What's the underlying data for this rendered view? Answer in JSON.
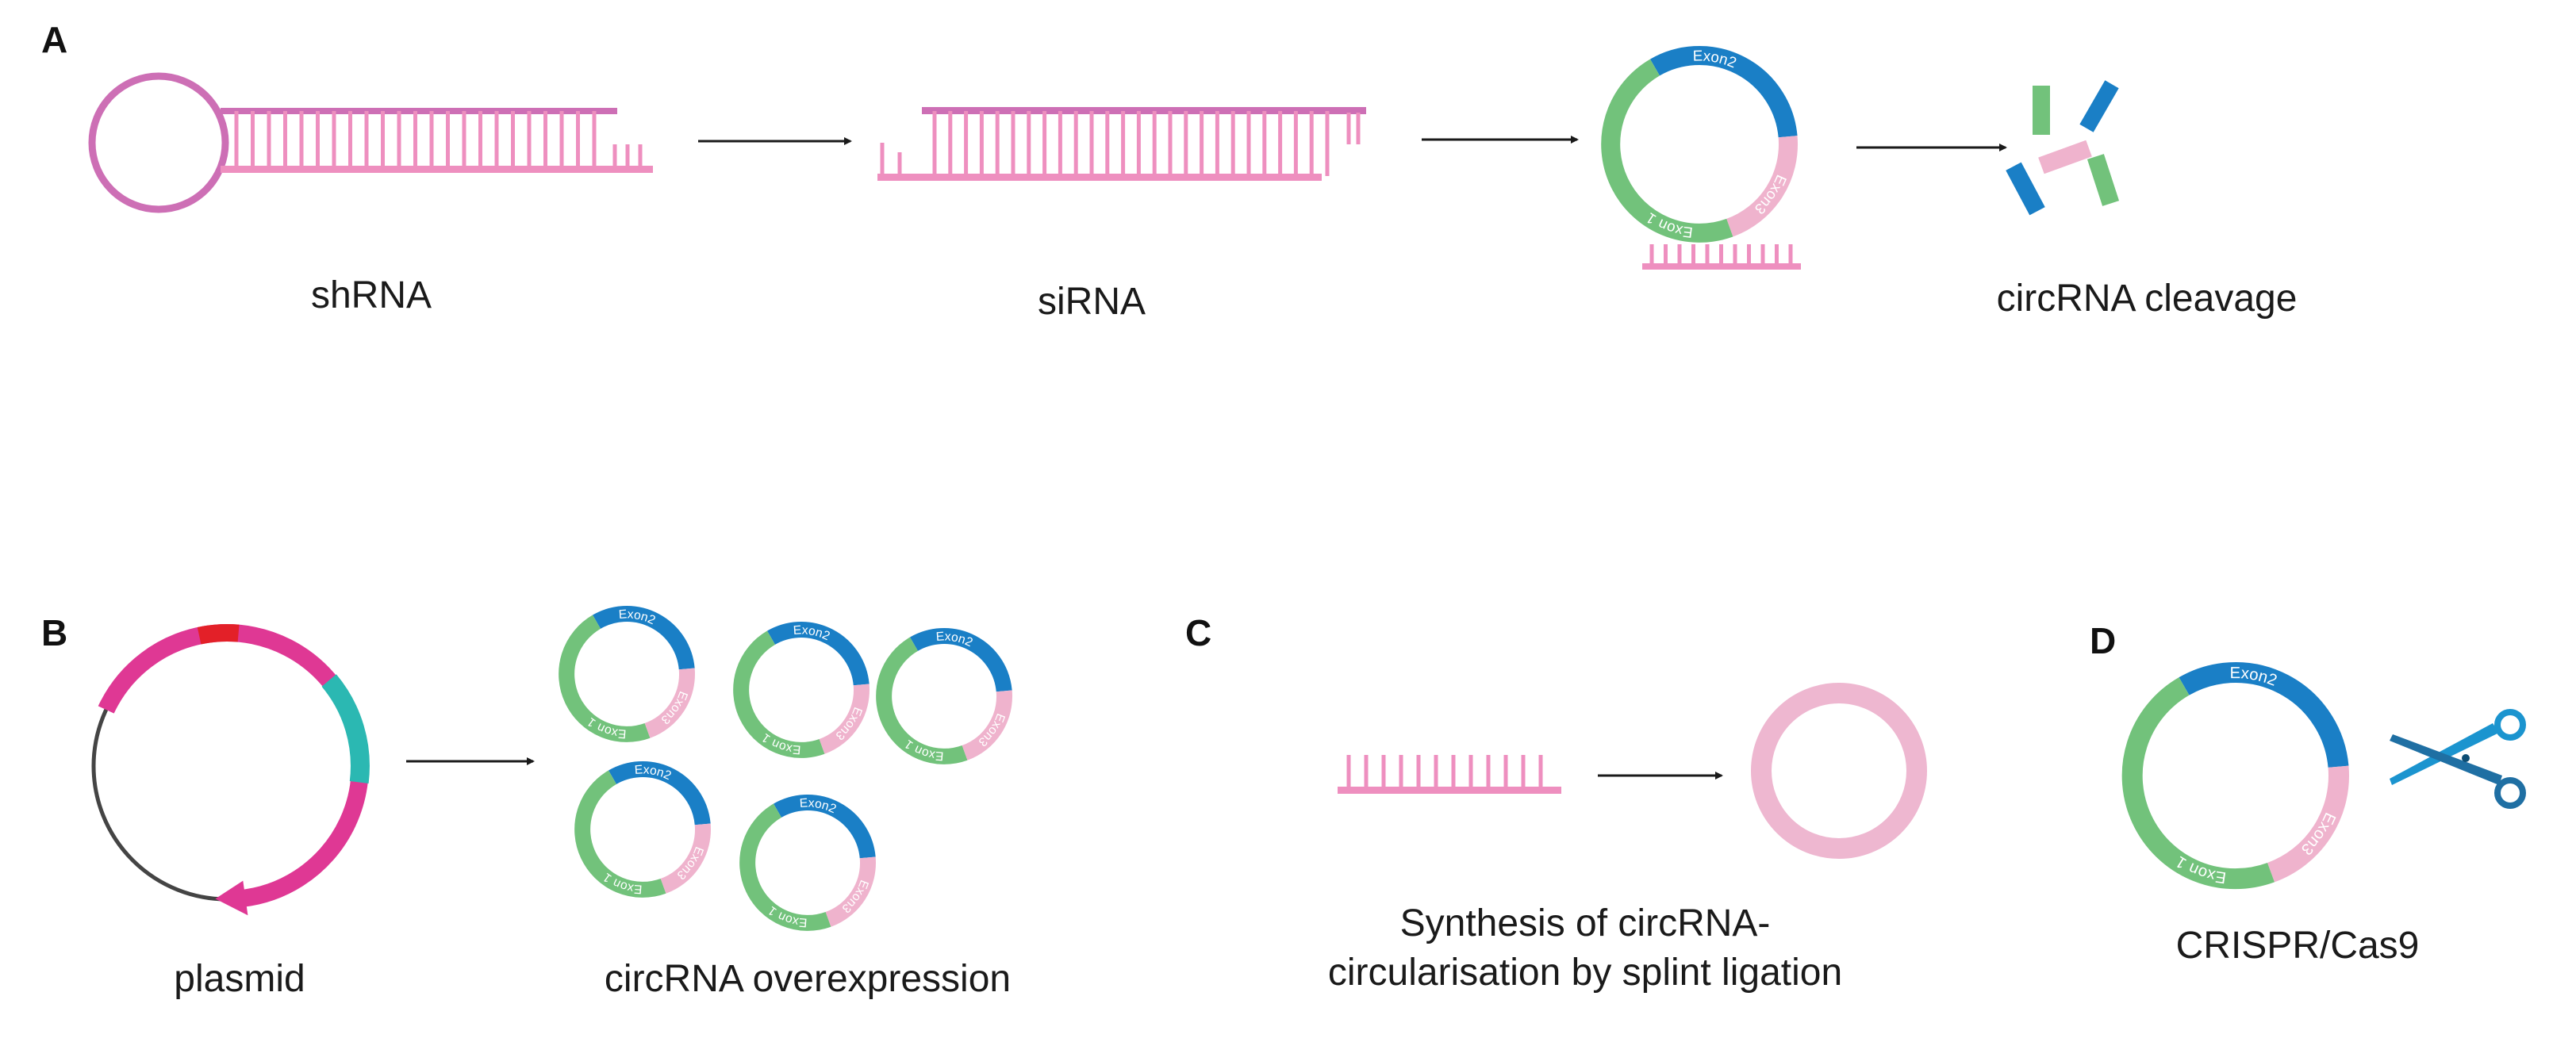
{
  "panels": {
    "A": {
      "letter": "A",
      "captions": {
        "shrna": "shRNA",
        "sirna": "siRNA",
        "cleavage": "circRNA cleavage"
      }
    },
    "B": {
      "letter": "B",
      "captions": {
        "plasmid": "plasmid",
        "overexpression": "circRNA overexpression"
      }
    },
    "C": {
      "letter": "C",
      "caption_line1": "Synthesis of circRNA-",
      "caption_line2": "circularisation by splint ligation"
    },
    "D": {
      "letter": "D",
      "caption": "CRISPR/Cas9"
    }
  },
  "exon_labels": {
    "exon1": "Exon 1",
    "exon2": "Exon2",
    "exon3": "Exon3"
  },
  "colors": {
    "rna_pink": "#ee8fbf",
    "loop_purple": "#cd6fb5",
    "exon1_green": "#72c27b",
    "exon2_blue": "#1a7fc6",
    "exon3_pink": "#efb3cd",
    "ring_pink": "#eeb7d0",
    "plasmid_magenta": "#df3894",
    "plasmid_teal": "#2bb8b2",
    "plasmid_red": "#e32028",
    "scissors_blue": "#1b94cf",
    "arrow": "#1a1a1a"
  }
}
